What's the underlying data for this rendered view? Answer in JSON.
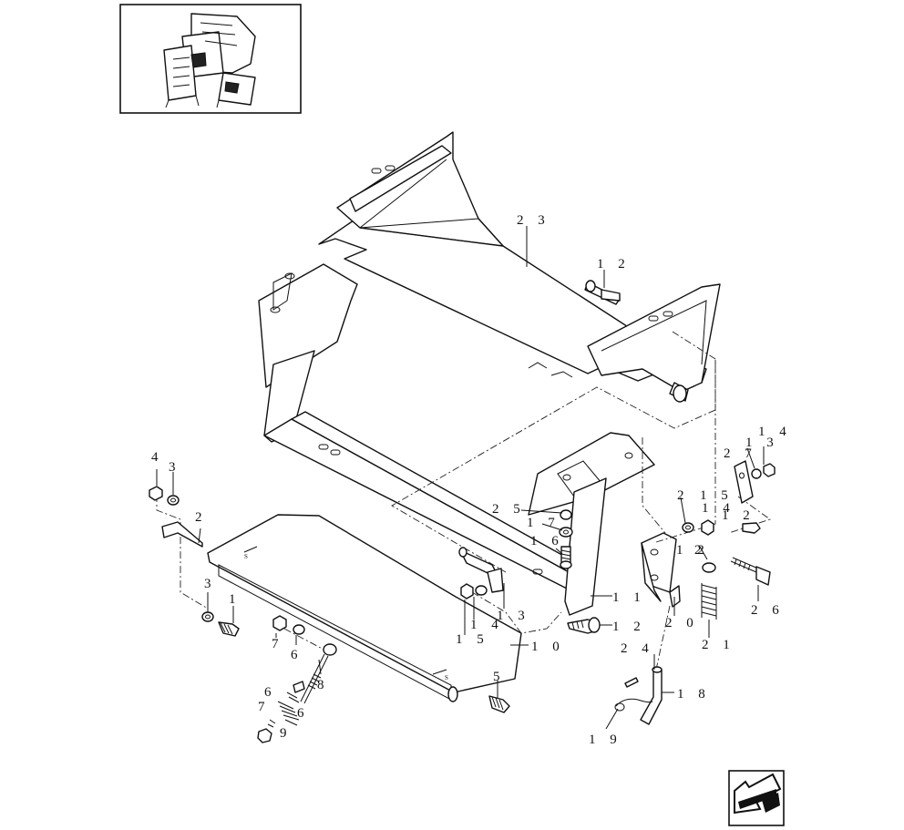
{
  "callouts": [
    {
      "id": "c23",
      "text": "2 3"
    },
    {
      "id": "c12a",
      "text": "1 2"
    },
    {
      "id": "c14a",
      "text": "1 4"
    },
    {
      "id": "c13a",
      "text": "1 3"
    },
    {
      "id": "c27",
      "text": "2 7"
    },
    {
      "id": "c2a",
      "text": "2"
    },
    {
      "id": "c15a",
      "text": "1 5"
    },
    {
      "id": "c14b",
      "text": "1 4"
    },
    {
      "id": "c12b",
      "text": "1 2"
    },
    {
      "id": "c12c",
      "text": "1 2"
    },
    {
      "id": "c2b",
      "text": "2"
    },
    {
      "id": "c26",
      "text": "2 6"
    },
    {
      "id": "c21",
      "text": "2 1"
    },
    {
      "id": "c20",
      "text": "2 0"
    },
    {
      "id": "c12d",
      "text": "1 2"
    },
    {
      "id": "c11",
      "text": "1 1"
    },
    {
      "id": "c25",
      "text": "2 5"
    },
    {
      "id": "c17",
      "text": "1 7"
    },
    {
      "id": "c16",
      "text": "1 6"
    },
    {
      "id": "c13b",
      "text": "1 3"
    },
    {
      "id": "c14c",
      "text": "1 4"
    },
    {
      "id": "c15b",
      "text": "1 5"
    },
    {
      "id": "c10",
      "text": "1 0"
    },
    {
      "id": "c4",
      "text": "4"
    },
    {
      "id": "c3a",
      "text": "3"
    },
    {
      "id": "c2c",
      "text": "2"
    },
    {
      "id": "c3b",
      "text": "3"
    },
    {
      "id": "c1",
      "text": "1"
    },
    {
      "id": "c7a",
      "text": "7"
    },
    {
      "id": "c6a",
      "text": "6"
    },
    {
      "id": "c8",
      "text": "8"
    },
    {
      "id": "c6b",
      "text": "6"
    },
    {
      "id": "c6c",
      "text": "6"
    },
    {
      "id": "c7b",
      "text": "7"
    },
    {
      "id": "c9",
      "text": "9"
    },
    {
      "id": "c5",
      "text": "5"
    },
    {
      "id": "c24",
      "text": "2 4"
    },
    {
      "id": "c18",
      "text": "1 8"
    },
    {
      "id": "c19",
      "text": "1 9"
    }
  ],
  "icons": {
    "thumbnail": "machine-overview-thumbnail",
    "navigation": "previous-page-arrow-icon"
  },
  "colors": {
    "line": "#111111",
    "background": "#ffffff"
  }
}
